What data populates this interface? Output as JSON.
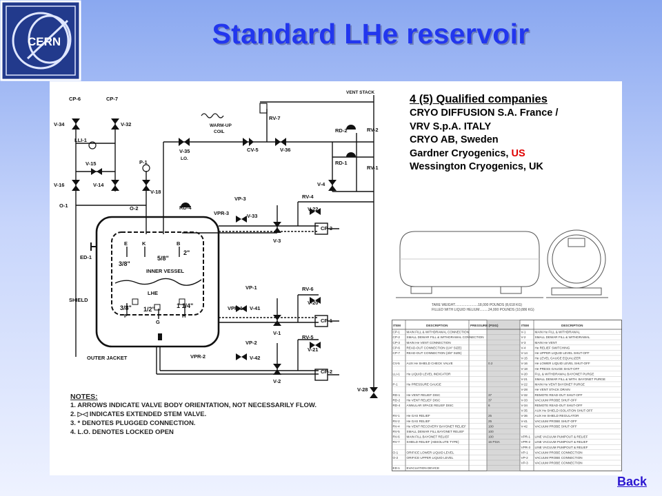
{
  "logo": {
    "text": "CERN"
  },
  "title": "Standard LHe reservoir",
  "companies": {
    "heading": "4 (5) Qualified companies",
    "lines": [
      {
        "text": "CRYO DIFFUSION S.A. France /",
        "suffix": ""
      },
      {
        "text": "VRV S.p.A. ITALY",
        "suffix": ""
      },
      {
        "text": "CRYO AB, Sweden",
        "suffix": ""
      },
      {
        "text": "Gardner Cryogenics, ",
        "suffix": "US"
      },
      {
        "text": "Wessington Cryogenics, UK",
        "suffix": ""
      }
    ],
    "highlight_color": "#e00000"
  },
  "schematic": {
    "labels": {
      "cp6": "CP-6",
      "cp7": "CP-7",
      "v34": "V-34",
      "v32": "V-32",
      "ll1": "LLI-1",
      "v15": "V-15",
      "p1": "P-1",
      "v16": "V-16",
      "v14": "V-14",
      "v18": "V-18",
      "o1": "O-1",
      "o2": "O-2",
      "ed1": "ED-1",
      "shield": "SHIELD",
      "outer_jacket": "OUTER JACKET",
      "inner_vessel": "INNER VESSEL",
      "lhe": "LHE",
      "e": "E",
      "k": "K",
      "b": "B",
      "f": "F",
      "g": "G",
      "h": "H",
      "s38a": "3/8\"",
      "s58": "5/8\"",
      "s2": "2\"",
      "s38b": "3/8\"",
      "s12": "1/2\"",
      "s114": "1 1/4\"",
      "vent_stack": "VENT STACK",
      "rv7": "RV-7",
      "v35": "V-35",
      "lo": "LO.",
      "warmup": "WARM-UP",
      "coil": "COIL",
      "cv5": "CV-5",
      "v36": "V-36",
      "rd2": "RD-2",
      "rv2": "RV-2",
      "rd1": "RD-1",
      "rv1": "RV-1",
      "v4": "V-4",
      "rd4": "RD-4",
      "vp3": "VP-3",
      "vpr3": "VPR-3",
      "v33": "V-33",
      "rv4": "RV-4",
      "v22": "V-22",
      "cp3": "CP-3",
      "v3": "V-3",
      "vp1": "VP-1",
      "vpr1": "VPR-1",
      "v41": "V-41",
      "rv6": "RV-6",
      "v20": "V-20",
      "cp1": "CP-1",
      "v1": "V-1",
      "vp2": "VP-2",
      "vpr2": "VPR-2",
      "v42": "V-42",
      "rv5": "RV-5",
      "v21": "V-21",
      "cp2": "CP-2",
      "v2": "V-2",
      "v28": "V-28"
    }
  },
  "notes": {
    "heading": "NOTES:",
    "lines": [
      "1. ARROWS INDICATE VALVE BODY ORIENTATION, NOT NECESSARILY FLOW.",
      "2. ▷◁ INDICATES EXTENDED STEM VALVE.",
      "3. * DENOTES PLUGGED CONNECTION.",
      "4. L.O. DENOTES LOCKED OPEN"
    ]
  },
  "dewar": {
    "tare_weight": "TARE WEIGHT........................18,000 POUNDS (8,618 KG)",
    "filled_weight": "FILLED WITH LIQUID HELIUM.........24,000 POUNDS (10,886 KG)"
  },
  "table": {
    "headers": [
      "ITEM",
      "DESCRIPTION",
      "PRESSURE (PSIG)",
      "ITEM",
      "DESCRIPTION"
    ],
    "left": [
      [
        "CP-1",
        "MAIN FILL & WITHDRAWAL CONNECTION",
        ""
      ],
      [
        "CP-2",
        "SMALL DEWAR FILL & WITHDRAWAL CONNECTION",
        ""
      ],
      [
        "CP-3",
        "MAIN He VENT CONNECTION",
        ""
      ],
      [
        "CP-6",
        "READ-OUT CONNECTION (1/4\" SIZE)",
        ""
      ],
      [
        "CP-7",
        "READ-OUT CONNECTION (3/8\" SIZE)",
        ""
      ],
      [
        "",
        "",
        ""
      ],
      [
        "CV-5",
        "AUX He SHIELD CHECK VALVE",
        "0.2"
      ],
      [
        "",
        "",
        ""
      ],
      [
        "LLI-1",
        "He LIQUID LEVEL INDICATOR",
        ""
      ],
      [
        "",
        "",
        ""
      ],
      [
        "P-1",
        "He PRESSURE GAUGE",
        ""
      ],
      [
        "",
        "",
        ""
      ],
      [
        "RD-1",
        "He VENT RELIEF DISC",
        "37"
      ],
      [
        "RD-2",
        "He VENT RELIEF DISC",
        "37"
      ],
      [
        "RD-4",
        "ANNULAR SPACE RELIEF DISC",
        "6"
      ],
      [
        "",
        "",
        ""
      ],
      [
        "RV-1",
        "He GAS RELIEF",
        "25"
      ],
      [
        "RV-2",
        "He GAS RELIEF",
        "25"
      ],
      [
        "RV-4",
        "He VENT RECOVERY BAYONET RELIEF",
        "100"
      ],
      [
        "RV-5",
        "SMALL DEWAR FILL BAYONET RELIEF",
        "100"
      ],
      [
        "RV-6",
        "MAIN FILL BAYONET RELIEF",
        "100"
      ],
      [
        "RV-7",
        "SHIELD RELIEF (ABSOLUTE TYPE)",
        "16 PSIA"
      ],
      [
        "",
        "",
        ""
      ],
      [
        "O-1",
        "ORIFICE LOWER LIQUID LEVEL",
        ""
      ],
      [
        "O-2",
        "ORIFICE UPPER LIQUID LEVEL",
        ""
      ],
      [
        "",
        "",
        ""
      ],
      [
        "ED-1",
        "EVACUATION DEVICE",
        ""
      ]
    ],
    "right": [
      [
        "V-1",
        "MAIN He FILL & WITHDRAWAL"
      ],
      [
        "V-2",
        "SMALL DEWAR FILL & WITHDRAWAL"
      ],
      [
        "V-3",
        "MAIN He VENT"
      ],
      [
        "V-4",
        "He RELIEF SWITCHING"
      ],
      [
        "V-14",
        "He UPPER LIQUID LEVEL SHUT-OFF"
      ],
      [
        "V-15",
        "He LEVEL GAUGE EQUALIZER"
      ],
      [
        "V-16",
        "He LOWER LIQUID LEVEL SHUT-OFF"
      ],
      [
        "V-18",
        "He PRESS GAUGE SHUT-OFF"
      ],
      [
        "V-20",
        "FILL & WITHDRAWAL BAYONET PURGE"
      ],
      [
        "V-21",
        "SMALL DEWAR FILL & WITH. BAYONET PURGE"
      ],
      [
        "V-22",
        "MAIN He VENT BAYONET PURGE"
      ],
      [
        "V-28",
        "He VENT STACK DRAIN"
      ],
      [
        "V-32",
        "REMOTE READ-OUT SHUT-OFF"
      ],
      [
        "V-33",
        "VACUUM PROBE SHUT-OFF"
      ],
      [
        "V-34",
        "REMOTE READ-OUT SHUT-OFF"
      ],
      [
        "V-35",
        "AUX He SHIELD ISOLATION SHUT-OFF"
      ],
      [
        "V-36",
        "AUX He SHIELD REGULATOR"
      ],
      [
        "V-41",
        "VACUUM PROBE SHUT-OFF"
      ],
      [
        "V-42",
        "VACUUM PROBE SHUT-OFF"
      ],
      [
        "",
        ""
      ],
      [
        "VPR-1",
        "LINE VACUUM PUMPOUT & RELIEF"
      ],
      [
        "VPR-2",
        "LINE VACUUM PUMPOUT & RELIEF"
      ],
      [
        "VPR-3",
        "LINE VACUUM PUMPOUT & RELIEF"
      ],
      [
        "VP-1",
        "VACUUM PROBE CONNECTION"
      ],
      [
        "VP-2",
        "VACUUM PROBE CONNECTION"
      ],
      [
        "VP-3",
        "VACUUM PROBE CONNECTION"
      ],
      [
        "",
        ""
      ]
    ]
  },
  "back": "Back"
}
